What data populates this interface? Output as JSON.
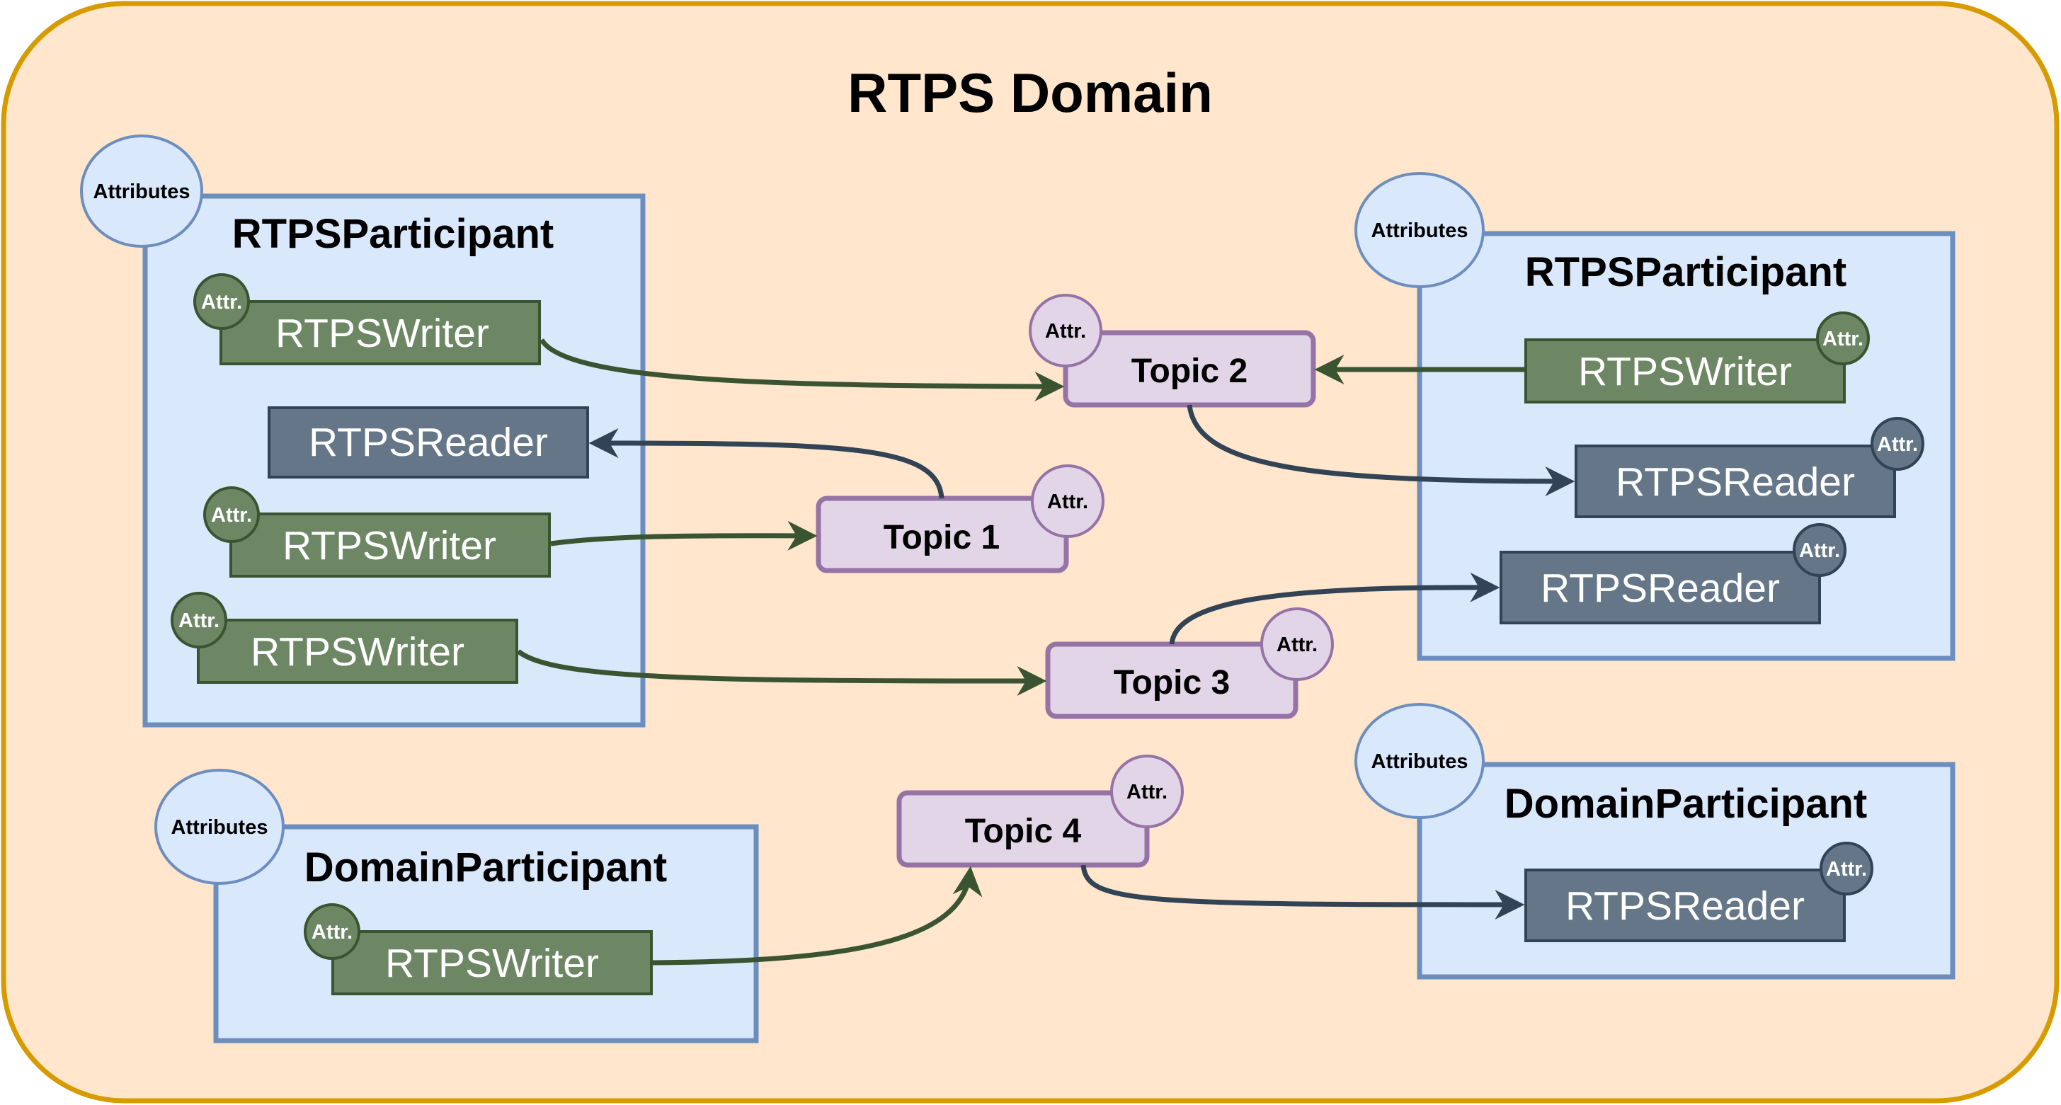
{
  "diagram": {
    "title": "RTPS Domain",
    "colors": {
      "domain_fill": "#ffe6cc",
      "domain_stroke": "#d79b00",
      "participant_fill": "#dae8fc",
      "participant_stroke": "#6c8ebf",
      "writer_fill": "#6d8764",
      "writer_stroke": "#3a5431",
      "reader_fill": "#647687",
      "reader_stroke": "#314354",
      "topic_fill": "#e1d5e7",
      "topic_stroke": "#9673a6"
    },
    "participants": [
      {
        "id": "p1",
        "label": "RTPSParticipant",
        "attributes_label": "Attributes",
        "endpoints": [
          {
            "id": "p1w1",
            "type": "writer",
            "label": "RTPSWriter",
            "attr_label": "Attr."
          },
          {
            "id": "p1r1",
            "type": "reader",
            "label": "RTPSReader"
          },
          {
            "id": "p1w2",
            "type": "writer",
            "label": "RTPSWriter",
            "attr_label": "Attr."
          },
          {
            "id": "p1w3",
            "type": "writer",
            "label": "RTPSWriter",
            "attr_label": "Attr."
          }
        ]
      },
      {
        "id": "p2",
        "label": "RTPSParticipant",
        "attributes_label": "Attributes",
        "endpoints": [
          {
            "id": "p2w1",
            "type": "writer",
            "label": "RTPSWriter",
            "attr_label": "Attr."
          },
          {
            "id": "p2r1",
            "type": "reader",
            "label": "RTPSReader",
            "attr_label": "Attr."
          },
          {
            "id": "p2r2",
            "type": "reader",
            "label": "RTPSReader",
            "attr_label": "Attr."
          }
        ]
      },
      {
        "id": "p3",
        "label": "DomainParticipant",
        "attributes_label": "Attributes",
        "endpoints": [
          {
            "id": "p3w1",
            "type": "writer",
            "label": "RTPSWriter",
            "attr_label": "Attr."
          }
        ]
      },
      {
        "id": "p4",
        "label": "DomainParticipant",
        "attributes_label": "Attributes",
        "endpoints": [
          {
            "id": "p4r1",
            "type": "reader",
            "label": "RTPSReader",
            "attr_label": "Attr."
          }
        ]
      }
    ],
    "topics": [
      {
        "id": "t1",
        "label": "Topic 1",
        "attr_label": "Attr."
      },
      {
        "id": "t2",
        "label": "Topic 2",
        "attr_label": "Attr."
      },
      {
        "id": "t3",
        "label": "Topic 3",
        "attr_label": "Attr."
      },
      {
        "id": "t4",
        "label": "Topic 4",
        "attr_label": "Attr."
      }
    ],
    "connections": [
      {
        "from": "p1w1",
        "to": "t2",
        "kind": "write"
      },
      {
        "from": "t1",
        "to": "p1r1",
        "kind": "read"
      },
      {
        "from": "p1w2",
        "to": "t1",
        "kind": "write"
      },
      {
        "from": "p1w3",
        "to": "t3",
        "kind": "write"
      },
      {
        "from": "p2w1",
        "to": "t2",
        "kind": "write"
      },
      {
        "from": "t2",
        "to": "p2r1",
        "kind": "read"
      },
      {
        "from": "t3",
        "to": "p2r2",
        "kind": "read"
      },
      {
        "from": "p3w1",
        "to": "t4",
        "kind": "write"
      },
      {
        "from": "t4",
        "to": "p4r1",
        "kind": "read"
      }
    ]
  }
}
